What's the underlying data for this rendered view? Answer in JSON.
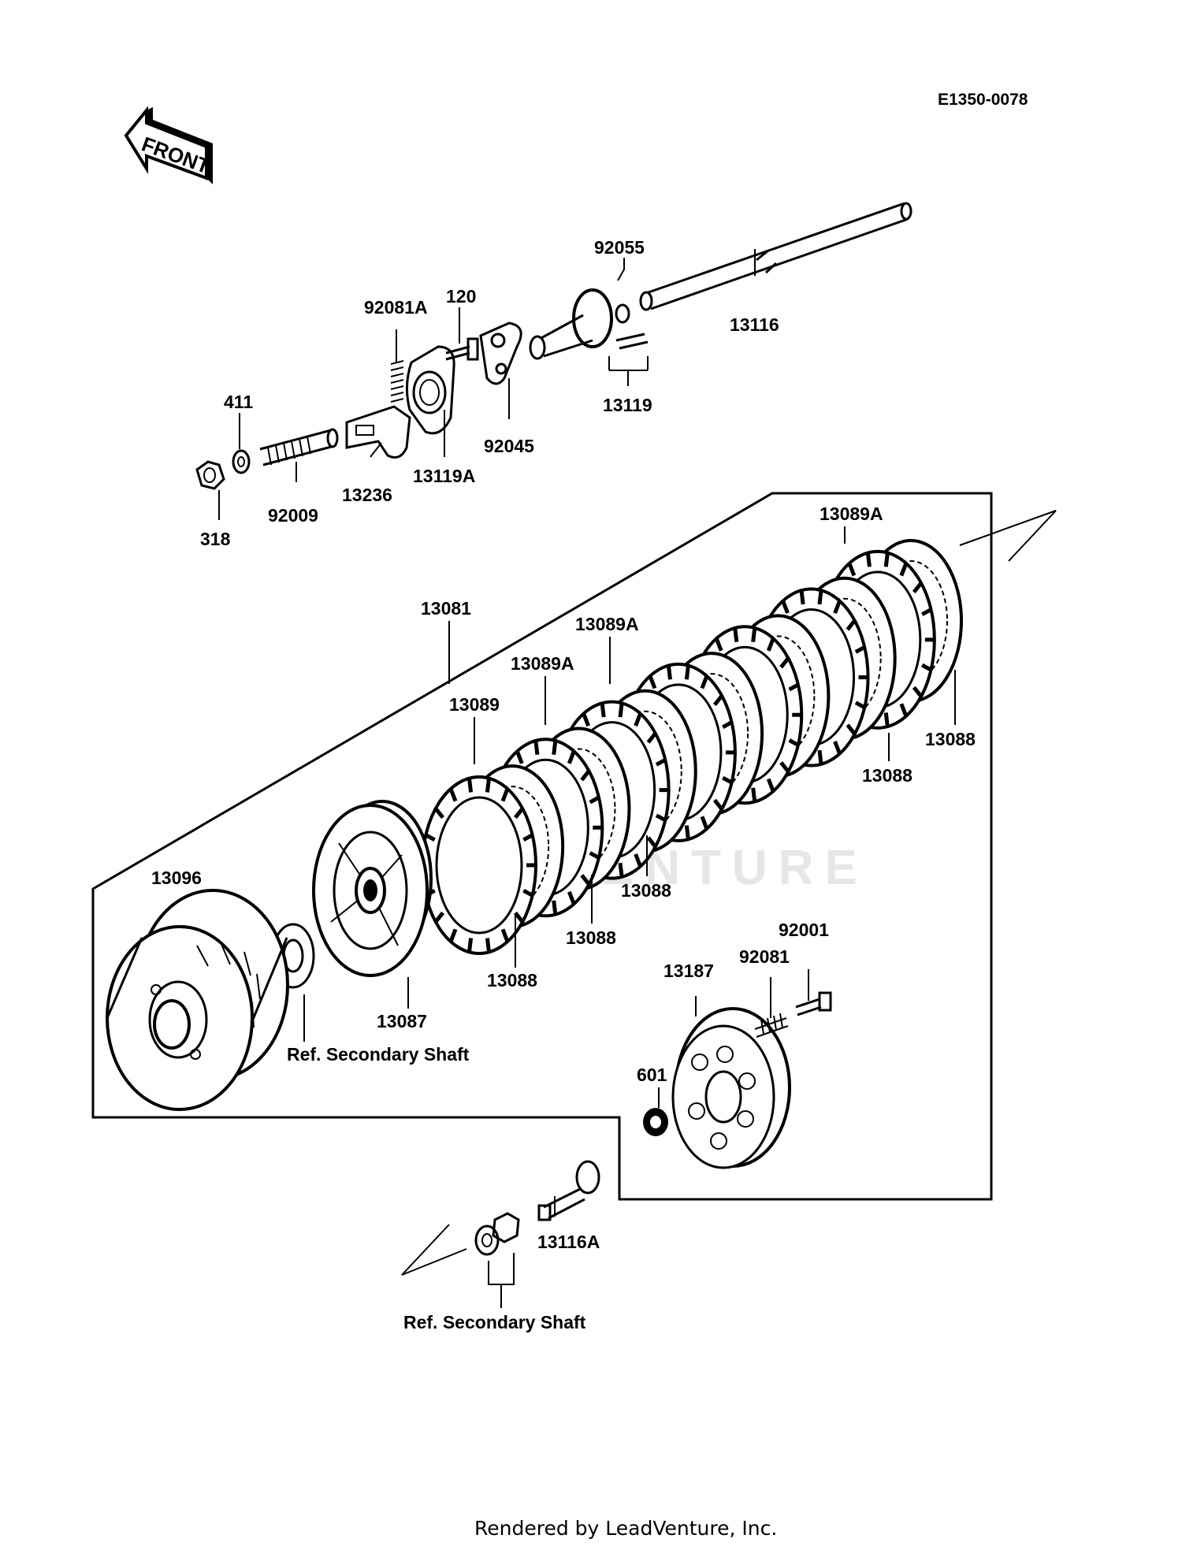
{
  "diagram_code": "E1350-0078",
  "front_label": "FRONT",
  "watermark": "ADVENTURE",
  "footer": "Rendered by LeadVenture, Inc.",
  "parts": [
    {
      "id": "p13116",
      "label": "13116"
    },
    {
      "id": "p92055",
      "label": "92055"
    },
    {
      "id": "p120",
      "label": "120"
    },
    {
      "id": "p92081A",
      "label": "92081A"
    },
    {
      "id": "p13119",
      "label": "13119"
    },
    {
      "id": "p92045",
      "label": "92045"
    },
    {
      "id": "p13119A",
      "label": "13119A"
    },
    {
      "id": "p411",
      "label": "411"
    },
    {
      "id": "p13236",
      "label": "13236"
    },
    {
      "id": "p92009",
      "label": "92009"
    },
    {
      "id": "p318",
      "label": "318"
    },
    {
      "id": "p13089A_1",
      "label": "13089A"
    },
    {
      "id": "p13081",
      "label": "13081"
    },
    {
      "id": "p13089A_2",
      "label": "13089A"
    },
    {
      "id": "p13089A_3",
      "label": "13089A"
    },
    {
      "id": "p13089",
      "label": "13089"
    },
    {
      "id": "p13088_1",
      "label": "13088"
    },
    {
      "id": "p13088_2",
      "label": "13088"
    },
    {
      "id": "p13088_3",
      "label": "13088"
    },
    {
      "id": "p13088_4",
      "label": "13088"
    },
    {
      "id": "p13088_5",
      "label": "13088"
    },
    {
      "id": "p13096",
      "label": "13096"
    },
    {
      "id": "p13087",
      "label": "13087"
    },
    {
      "id": "p92001",
      "label": "92001"
    },
    {
      "id": "p92081",
      "label": "92081"
    },
    {
      "id": "p13187",
      "label": "13187"
    },
    {
      "id": "p601",
      "label": "601"
    },
    {
      "id": "p13116A",
      "label": "13116A"
    }
  ],
  "references": [
    {
      "id": "ref1",
      "label": "Ref. Secondary Shaft"
    },
    {
      "id": "ref2",
      "label": "Ref. Secondary Shaft"
    }
  ]
}
